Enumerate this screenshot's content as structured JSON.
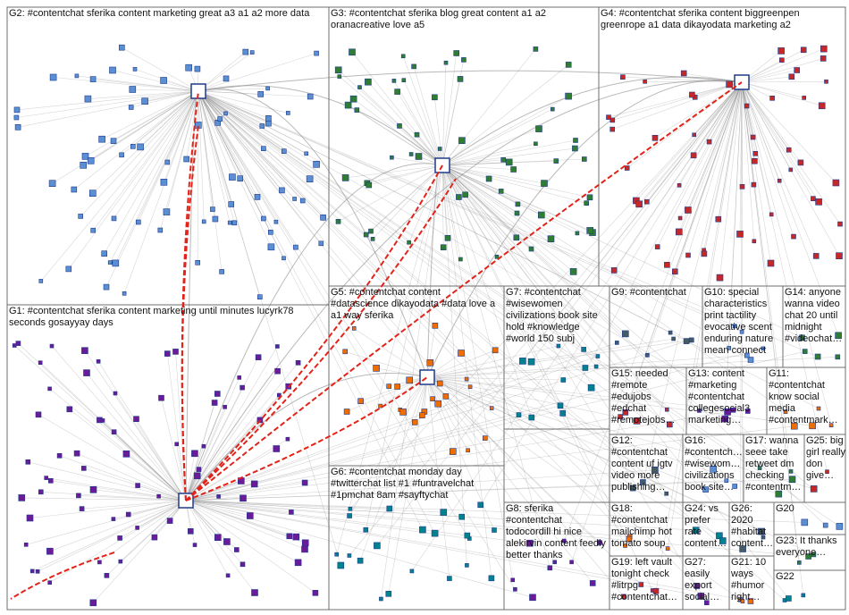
{
  "groups": [
    {
      "id": "G2",
      "label": "G2: #contentchat sferika content marketing great a3 a1 a2 more data"
    },
    {
      "id": "G3",
      "label": "G3: #contentchat sferika blog great content a1 a2 oranacreative love a5"
    },
    {
      "id": "G4",
      "label": "G4: #contentchat sferika content biggreenpen greenrope a1 data dikayodata marketing a2"
    },
    {
      "id": "G1",
      "label": "G1: #contentchat sferika content marketing until minutes lucyrk78 seconds gosayyay days"
    },
    {
      "id": "G5",
      "label": "G5: #contentchat content #datascience dikayodata #data love a a1 way sferika"
    },
    {
      "id": "G7",
      "label": "G7: #contentchat #wisewomen civilizations book site hold #knowledge #world 150 subj"
    },
    {
      "id": "G9",
      "label": "G9: #contentchat"
    },
    {
      "id": "G10",
      "label": "G10: special characteristics print tactility evocative scent enduring nature mean connect"
    },
    {
      "id": "G14",
      "label": "G14: anyone wanna video chat 20 until midnight #videochat…"
    },
    {
      "id": "G15",
      "label": "G15: needed #remote #edujobs #edchat #remotejobs…"
    },
    {
      "id": "G13",
      "label": "G13: content #marketing #contentchat collegesocial3 marketing…"
    },
    {
      "id": "G11",
      "label": "G11: #contentchat know social media #contentmark…"
    },
    {
      "id": "G6",
      "label": "G6: #contentchat monday day #twitterchat list #1 #funtravelchat #1pmchat 8am #sayftychat"
    },
    {
      "id": "G12",
      "label": "G12: #contentchat content uf igtv video more publishing…"
    },
    {
      "id": "G16",
      "label": "G16: #contentch… #wisewom… civilizations book site…"
    },
    {
      "id": "G17",
      "label": "G17: wanna seee take retweet dm checking #contentm…"
    },
    {
      "id": "G25",
      "label": "G25: big girl really don give…"
    },
    {
      "id": "G8",
      "label": "G8: sferika #contentchat todocordill hi nice alekirvin content feedly better thanks"
    },
    {
      "id": "G18",
      "label": "G18: #contentchat mailchimp hot tomato soup"
    },
    {
      "id": "G24",
      "label": "G24: vs prefer rate content…"
    },
    {
      "id": "G26",
      "label": "G26: 2020 #habitat content…"
    },
    {
      "id": "G20",
      "label": "G20"
    },
    {
      "id": "G23",
      "label": "G23: It thanks everyone…"
    },
    {
      "id": "G19",
      "label": "G19: left vault tonight check #litrpg #contentchat…"
    },
    {
      "id": "G27",
      "label": "G27: easily export social…"
    },
    {
      "id": "G21",
      "label": "G21: 10 ways #humor right…"
    },
    {
      "id": "G22",
      "label": "G22"
    }
  ],
  "colors": {
    "frame": "#6f6f6f",
    "edge": "#8a8a8a",
    "highlight": "#e2231a",
    "node_border": "#1f3b8a",
    "node_fill": "#5b8fd4"
  }
}
